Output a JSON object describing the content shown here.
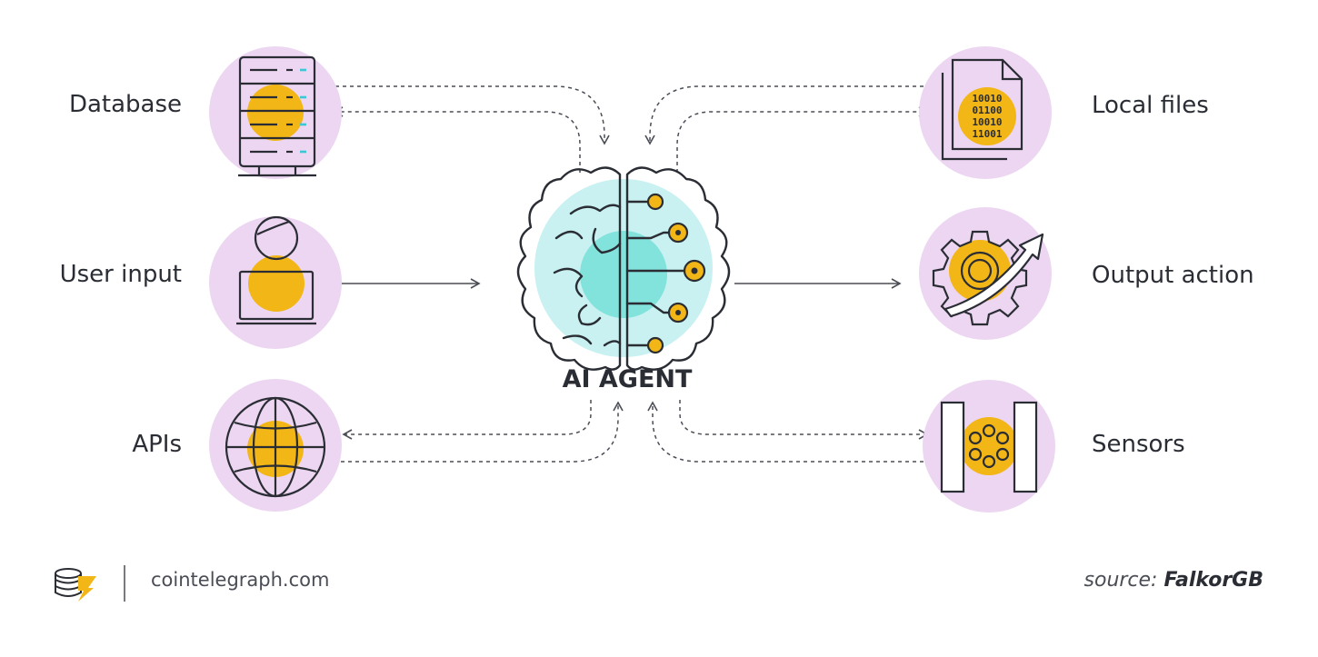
{
  "center": {
    "title": "AI AGENT"
  },
  "inputs": {
    "database": "Database",
    "user_input": "User input",
    "apis": "APIs"
  },
  "outputs": {
    "local_files": "Local files",
    "output_action": "Output action",
    "sensors": "Sensors"
  },
  "binary_rows": [
    "10010",
    "01100",
    "10010",
    "11001"
  ],
  "footer": {
    "site": "cointelegraph.com",
    "source_prefix": "source:",
    "source_name": "FalkorGB"
  },
  "colors": {
    "circle_bg": "#ecd6f1",
    "accent": "#f2b617",
    "brain_light": "#c9f1f1",
    "brain_core": "#82e2dc",
    "line": "#2a2d34"
  }
}
